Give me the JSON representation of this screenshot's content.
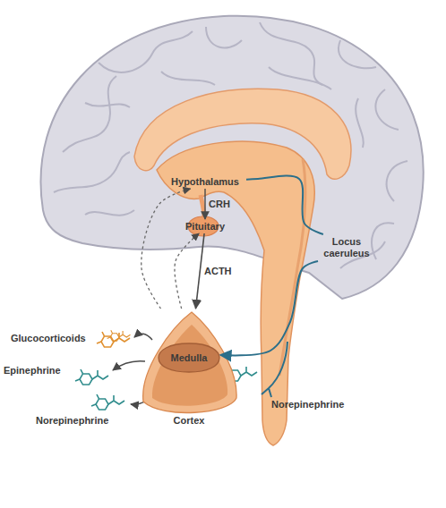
{
  "diagram": {
    "nodes": [
      {
        "text": [
          "Hypothalamus"
        ]
      },
      {
        "text": [
          "Pituitary"
        ]
      },
      {
        "text": [
          "Locus caeruleus"
        ]
      },
      {
        "text": [
          "Cortex"
        ]
      },
      {
        "text": [
          "Medulla"
        ],
        "in": 3
      }
    ],
    "edges": [
      {
        "from": 0,
        "to": 1,
        "label": "CRH",
        "arrow": "to"
      },
      {
        "from": 1,
        "to": 3,
        "label": "ACTH",
        "arrow": "to"
      },
      {
        "from": 3,
        "to": 0,
        "arrow": "to"
      },
      {
        "from": 3,
        "to": 1,
        "arrow": "to"
      },
      {
        "from": 2,
        "to": 0,
        "arrow": "none"
      },
      {
        "from": 2,
        "to": 4,
        "arrow": "to"
      }
    ],
    "labels": [
      "Glucocorticoids",
      "Epinephrine",
      "Norepinephrine",
      "Norepinephrine"
    ]
  }
}
